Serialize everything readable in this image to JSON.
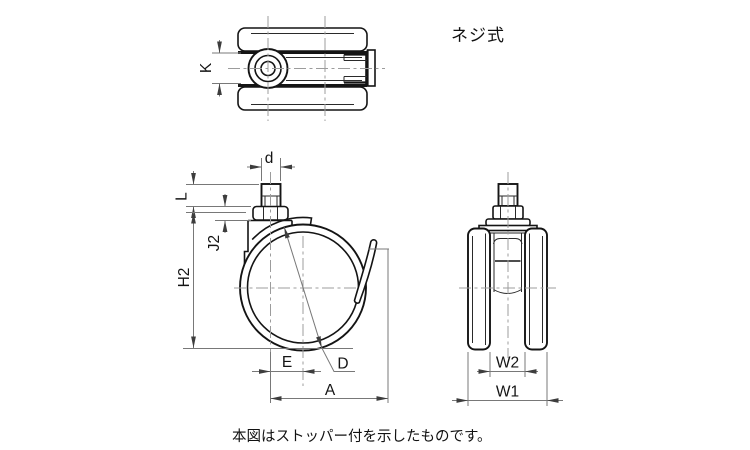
{
  "header": {
    "title": "ネジ式"
  },
  "footer": {
    "caption": "本図はストッパー付を示したものです。"
  },
  "labels": {
    "k": "K",
    "d": "d",
    "l": "L",
    "j2": "J2",
    "h2": "H2",
    "e": "E",
    "dia": "D",
    "a": "A",
    "w2": "W2",
    "w1": "W1"
  },
  "colors": {
    "outline": "#141414",
    "dimension": "#787878",
    "centerline": "#9c9c9c",
    "background": "#ffffff"
  }
}
